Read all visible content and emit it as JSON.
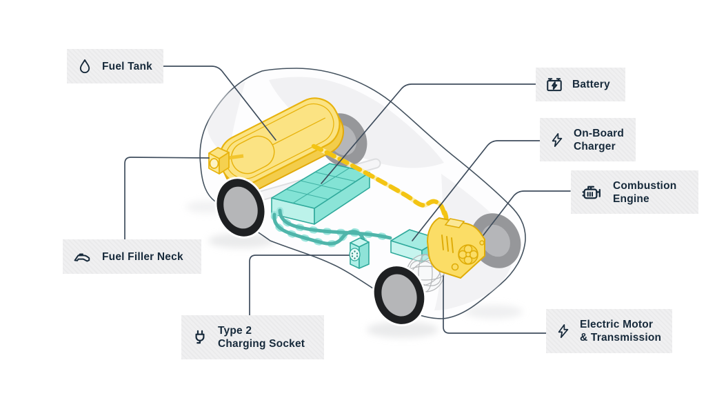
{
  "diagram": {
    "labels": [
      {
        "name": "fuel-tank",
        "line1": "Fuel Tank",
        "line2": "",
        "icon": "droplet-icon"
      },
      {
        "name": "battery",
        "line1": "Battery",
        "line2": "",
        "icon": "battery-icon"
      },
      {
        "name": "on-board-charger",
        "line1": "On-Board",
        "line2": "Charger",
        "icon": "bolt-icon"
      },
      {
        "name": "combustion-engine",
        "line1": "Combustion",
        "line2": "Engine",
        "icon": "engine-icon"
      },
      {
        "name": "fuel-filler-neck",
        "line1": "Fuel Filler Neck",
        "line2": "",
        "icon": "fuel-nozzle-icon"
      },
      {
        "name": "type-2-charging-socket",
        "line1": "Type 2",
        "line2": "Charging Socket",
        "icon": "charging-plug-icon"
      },
      {
        "name": "electric-motor-transmission",
        "line1": "Electric Motor",
        "line2": "& Transmission",
        "icon": "bolt-icon"
      }
    ],
    "colors": {
      "fuel_system_yellow": "#F8DC6B",
      "fuel_line_yellow": "#F3C413",
      "electric_system_teal": "#7FE3D6",
      "electric_cable_teal": "#4FB5AA",
      "connector_line": "#3E4C5C",
      "label_background": "#F0F0F1",
      "label_text": "#16293A",
      "car_outline": "#44525F",
      "tire_black": "#1E2022",
      "wheel_hub_gray": "#B5B6B8",
      "background_wheel_gray": "#96979A"
    }
  }
}
